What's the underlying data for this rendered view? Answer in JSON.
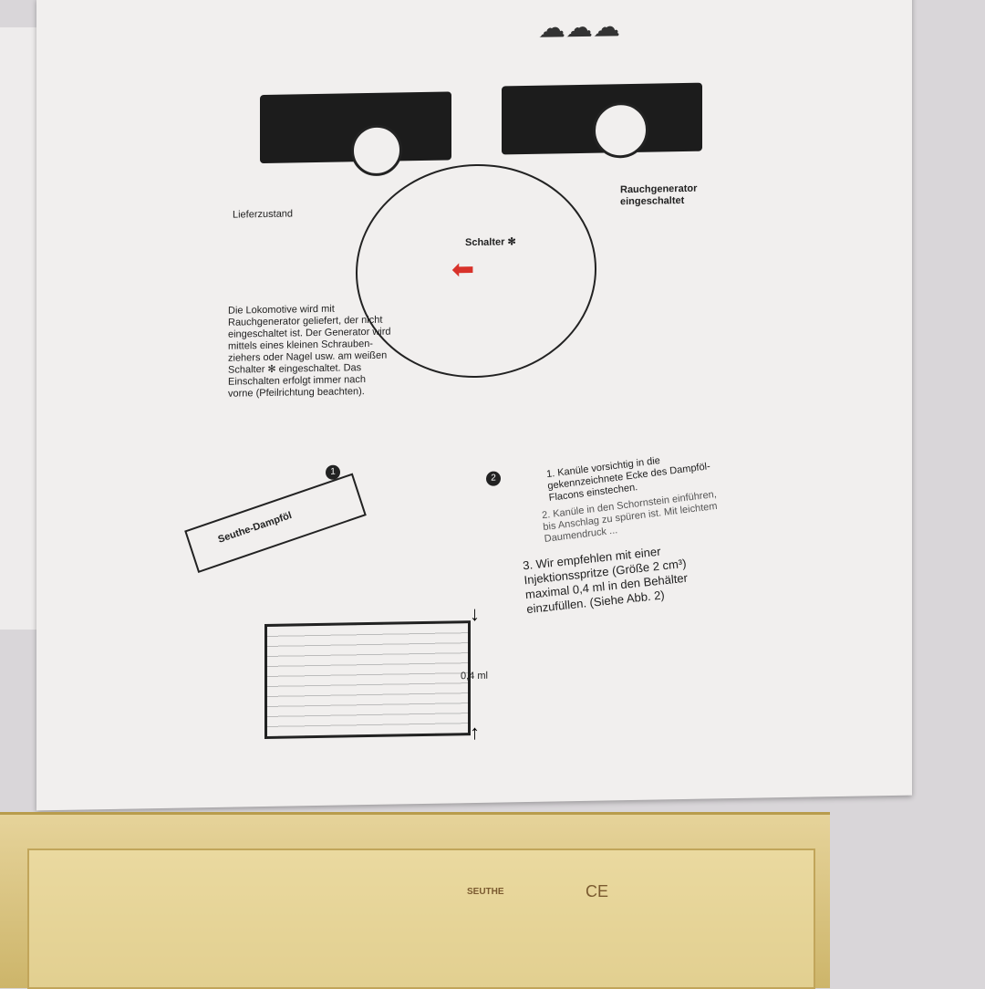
{
  "sheet": {
    "label_delivery": "Lieferzustand",
    "label_smoke_on": "Rauchgenerator eingeschaltet",
    "label_switch": "Schalter ✻",
    "intro_text": "Die Lokomotive wird mit Rauchgenerator geliefert, der nicht eingeschaltet ist. Der Generator wird mittels eines kleinen Schrauben-ziehers oder Nagel usw. am weißen Schalter ✻ eingeschaltet. Das Einschalten erfolgt immer nach vorne (Pfeilrichtung beachten).",
    "bottle_label": "Seuthe-Dampföl",
    "step_marker_1": "1",
    "step_marker_2": "2",
    "step_1": "1. Kanüle vorsichtig in die gekennzeichnete Ecke des Dampföl-Flacons einstechen.",
    "step_2": "2. Kanüle in den Schornstein einführen, bis Anschlag zu spüren ist. Mit leichtem Daumendruck ...",
    "step_3": "3. Wir empfehlen mit einer Injektionsspritze (Größe 2 cm³) maximal 0,4 ml in den Behälter einzufüllen. (Siehe Abb. 2)",
    "volume_label": "0,4 ml"
  },
  "tray": {
    "brand": "SEUTHE",
    "mark": "CE"
  },
  "colors": {
    "paper": "#f1efee",
    "ink": "#222222",
    "arrow": "#d8322a",
    "tray": "#d9c27c"
  }
}
